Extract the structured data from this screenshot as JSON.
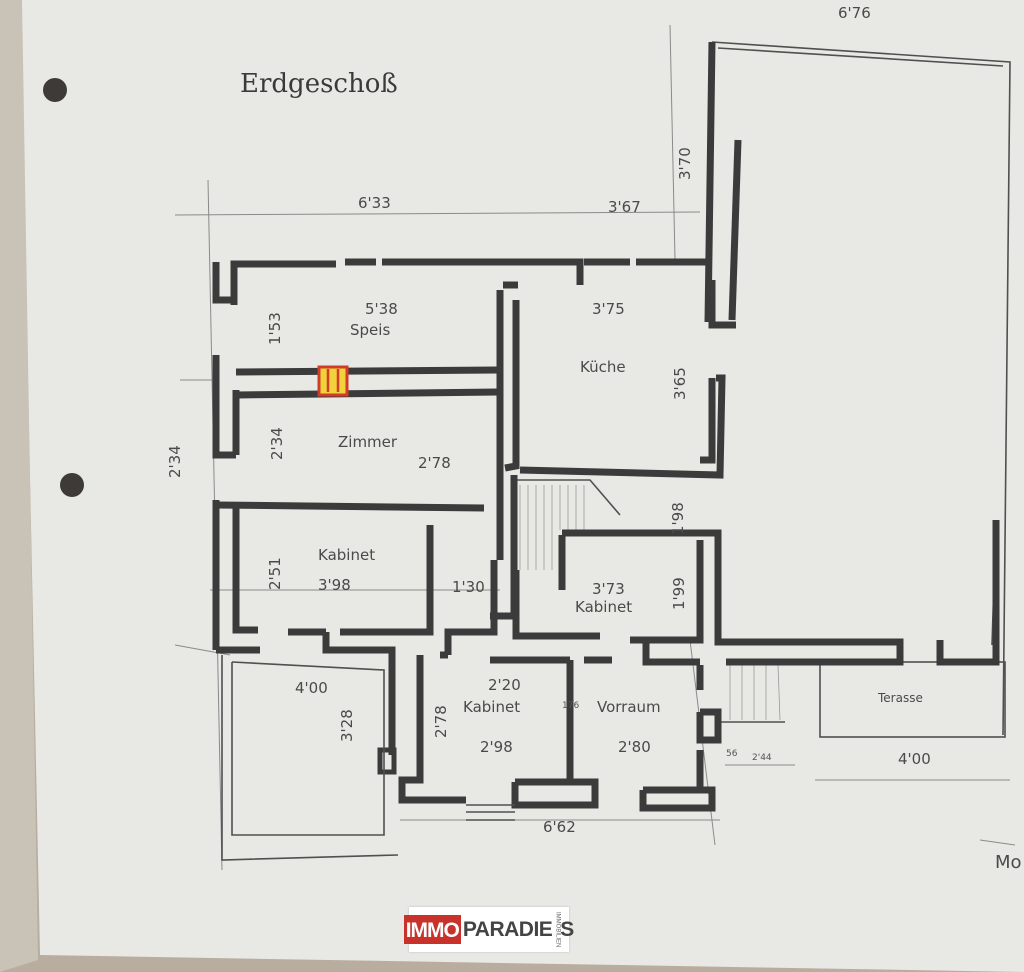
{
  "title": "Erdgeschoß",
  "rooms": {
    "speis": "Speis",
    "kuche": "Küche",
    "zimmer": "Zimmer",
    "kabinet_left": "Kabinet",
    "kabinet_right": "Kabinet",
    "kabinet_bottom": "Kabinet",
    "vorraum": "Vorraum",
    "terrasse": "Terasse"
  },
  "dimensions": {
    "top_width": "6'33",
    "top_right": "3'67",
    "far_right_top": "6'76",
    "vert_right": "3'70",
    "speis_w": "5'38",
    "kuche_w": "3'75",
    "speis_h": "1'53",
    "kuche_h": "3'65",
    "zimmer_h": "2'34",
    "left_h": "2'34",
    "zimmer_w": "2'78",
    "kab_w": "3'98",
    "kab_h": "2'51",
    "corridor_w": "1'30",
    "kab_r_w": "3'73",
    "kab_r_h": "1'99",
    "stair_h": "1'98",
    "left_bottom_w": "4'00",
    "left_bottom_h": "3'28",
    "kab_b_w": "2'20",
    "kab_b_h": "2'78",
    "kab_b_w2": "2'98",
    "vorraum_w": "2'80",
    "door_176": "176",
    "bottom_w": "6'62",
    "terrasse_w": "4'00",
    "right_244": "2'44",
    "right_56": "56"
  },
  "edge_mark": "Mo",
  "logo": {
    "immo": "IMMO",
    "paradies": "PARADIE",
    "end": "S",
    "sub": "IMMOBILIEN"
  },
  "colors": {
    "paper": "#e8e8e4",
    "wall": "#3b3b3b",
    "brand_red": "#c8322b",
    "chimney_red": "#d23a2a",
    "chimney_yellow": "#f0d23a"
  }
}
